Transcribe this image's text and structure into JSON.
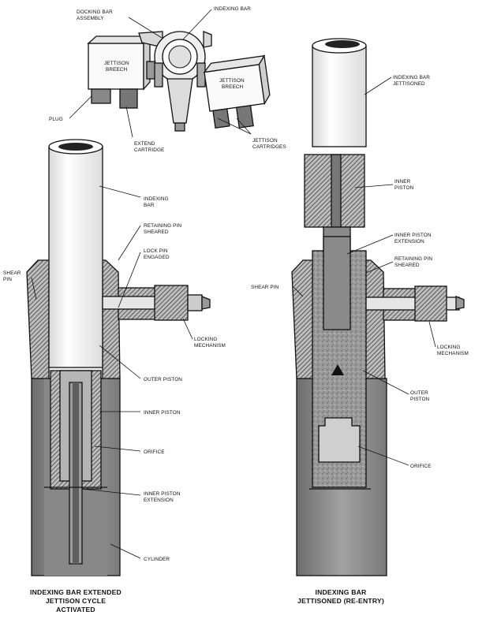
{
  "labels": {
    "docking_bar_assembly": [
      "DOCKING BAR",
      "ASSEMBLY"
    ],
    "indexing_bar_top": "INDEXING BAR",
    "jettison_breech_left": [
      "JETTISON",
      "BREECH"
    ],
    "jettison_breech_right": [
      "JETTISON",
      "BREECH"
    ],
    "plug": "PLUG",
    "extend_cartridge": [
      "EXTEND",
      "CARTRIDGE"
    ],
    "jettison_cartridges": [
      "JETTISON",
      "CARTRIDGES"
    ],
    "indexing_bar_left": [
      "INDEXING",
      "BAR"
    ],
    "retaining_pin_sheared_left": [
      "RETAINING PIN",
      "SHEARED"
    ],
    "lock_pin_engaged": [
      "LOCK PIN",
      "ENGAGED"
    ],
    "shear_pin_left": [
      "SHEAR",
      "PIN"
    ],
    "locking_mechanism_left": [
      "LOCKING",
      "MECHANISM"
    ],
    "outer_piston_left": "OUTER PISTON",
    "inner_piston_left": "INNER PISTON",
    "orifice_left": "ORIFICE",
    "inner_piston_extension_left": [
      "INNER PISTON",
      "EXTENSION"
    ],
    "cylinder": "CYLINDER",
    "indexing_bar_jettisoned": [
      "INDEXING BAR",
      "JETTISONED"
    ],
    "inner_piston_right": [
      "INNER",
      "PISTON"
    ],
    "inner_piston_extension_right": [
      "INNER PISTON",
      "EXTENSION"
    ],
    "retaining_pin_sheared_right": [
      "RETAINING PIN",
      "SHEARED"
    ],
    "shear_pin_right": "SHEAR PIN",
    "locking_mechanism_right": [
      "LOCKING",
      "MECHANISM"
    ],
    "outer_piston_right": [
      "OUTER",
      "PISTON"
    ],
    "orifice_right": "ORIFICE"
  },
  "captions": {
    "left": [
      "INDEXING BAR EXTENDED",
      "JETTISON CYCLE",
      "ACTIVATED"
    ],
    "right": [
      "INDEXING BAR",
      "JETTISONED (RE-ENTRY)"
    ]
  }
}
